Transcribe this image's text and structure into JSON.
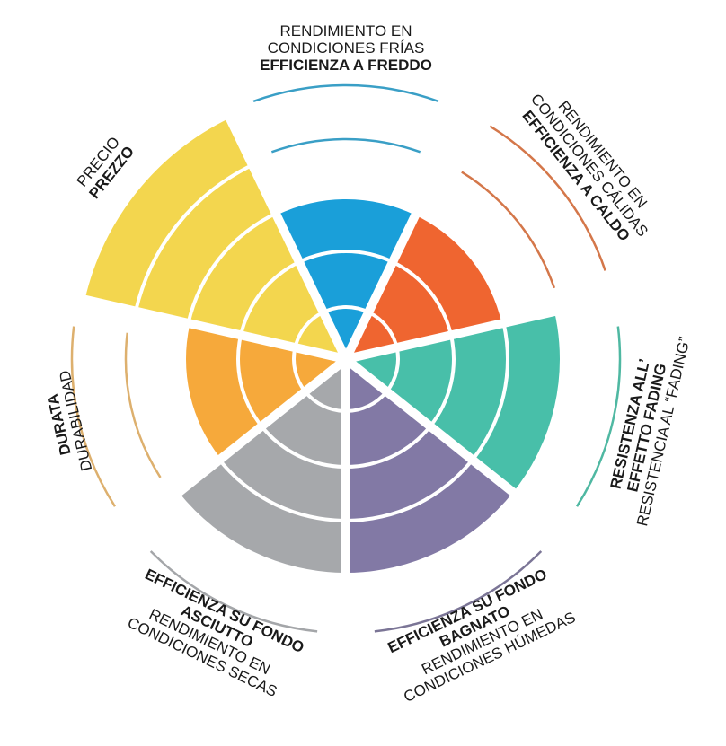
{
  "chart_data": {
    "type": "polar-area",
    "max_level": 5,
    "segments": [
      {
        "key": "cold",
        "value": 3,
        "color": "#1a9fd9",
        "arc_color": "#3a9fc6",
        "labels": [
          {
            "text": "RENDIMIENTO EN",
            "bold": false
          },
          {
            "text": "CONDICIONES FRÍAS",
            "bold": false
          },
          {
            "text": "EFFICIENZA A FREDDO",
            "bold": true
          }
        ]
      },
      {
        "key": "hot",
        "value": 3,
        "color": "#ef6530",
        "arc_color": "#d4774a",
        "labels": [
          {
            "text": "RENDIMIENTO EN",
            "bold": false
          },
          {
            "text": "CONDICIONES CÁLIDAS",
            "bold": false
          },
          {
            "text": "EFFICIENZA A CALDO",
            "bold": true
          }
        ]
      },
      {
        "key": "fading",
        "value": 4,
        "color": "#48bfa9",
        "arc_color": "#4fb8a2",
        "labels": [
          {
            "text": "RESISTENZA ALL’",
            "bold": true
          },
          {
            "text": "EFFETTO FADING",
            "bold": true
          },
          {
            "text": "RESISTENCIA AL “FADING”",
            "bold": false
          }
        ]
      },
      {
        "key": "wet",
        "value": 4,
        "color": "#8279a5",
        "arc_color": "#7b7596",
        "labels": [
          {
            "text": "EFFICIENZA SU FONDO",
            "bold": true
          },
          {
            "text": "BAGNATO",
            "bold": true
          },
          {
            "text": "RENDIMIENTO EN",
            "bold": false
          },
          {
            "text": "CONDICIONES HÚMEDAS",
            "bold": false
          }
        ]
      },
      {
        "key": "dry",
        "value": 4,
        "color": "#a6a8ab",
        "arc_color": "#a4a6a9",
        "labels": [
          {
            "text": "EFFICIENZA SU FONDO",
            "bold": true
          },
          {
            "text": "ASCIUTTO",
            "bold": true
          },
          {
            "text": "RENDIMIENTO EN",
            "bold": false
          },
          {
            "text": "CONDICIONES SECAS",
            "bold": false
          }
        ]
      },
      {
        "key": "durability",
        "value": 3,
        "color": "#f6a93b",
        "arc_color": "#ddb06e",
        "labels": [
          {
            "text": "DURATA",
            "bold": true
          },
          {
            "text": "DURABILIDAD",
            "bold": false
          }
        ]
      },
      {
        "key": "price",
        "value": 5,
        "color": "#f3d64e",
        "arc_color": "#e8cd55",
        "labels": [
          {
            "text": "PRECIO",
            "bold": false
          },
          {
            "text": "PREZZO",
            "bold": true
          }
        ]
      }
    ]
  }
}
